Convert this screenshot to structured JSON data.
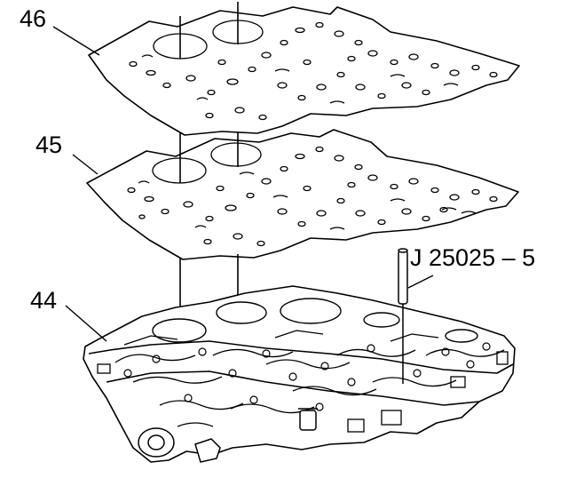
{
  "callouts": {
    "part_46": "46",
    "part_45": "45",
    "part_44": "44",
    "tool": "J 25025 – 5"
  },
  "colors": {
    "line": "#000000",
    "background": "#ffffff"
  }
}
